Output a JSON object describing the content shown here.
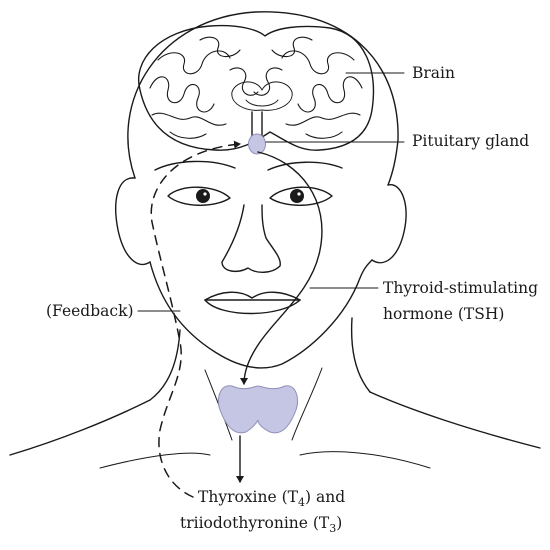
{
  "labels": {
    "brain": "Brain",
    "pituitary": "Pituitary gland",
    "tsh_line1": "Thyroid-stimulating",
    "tsh_line2": "hormone (TSH)",
    "feedback": "(Feedback)",
    "t4_prefix": "Thyroxine (T",
    "t4_sub": "4",
    "t4_suffix": ") and",
    "t3_prefix": "triiodothyronine (T",
    "t3_sub": "3",
    "t3_suffix": ")"
  },
  "colors": {
    "gland_fill": "#c5c6e4",
    "gland_stroke": "#8e90b8",
    "ink": "#1a1a1a"
  }
}
